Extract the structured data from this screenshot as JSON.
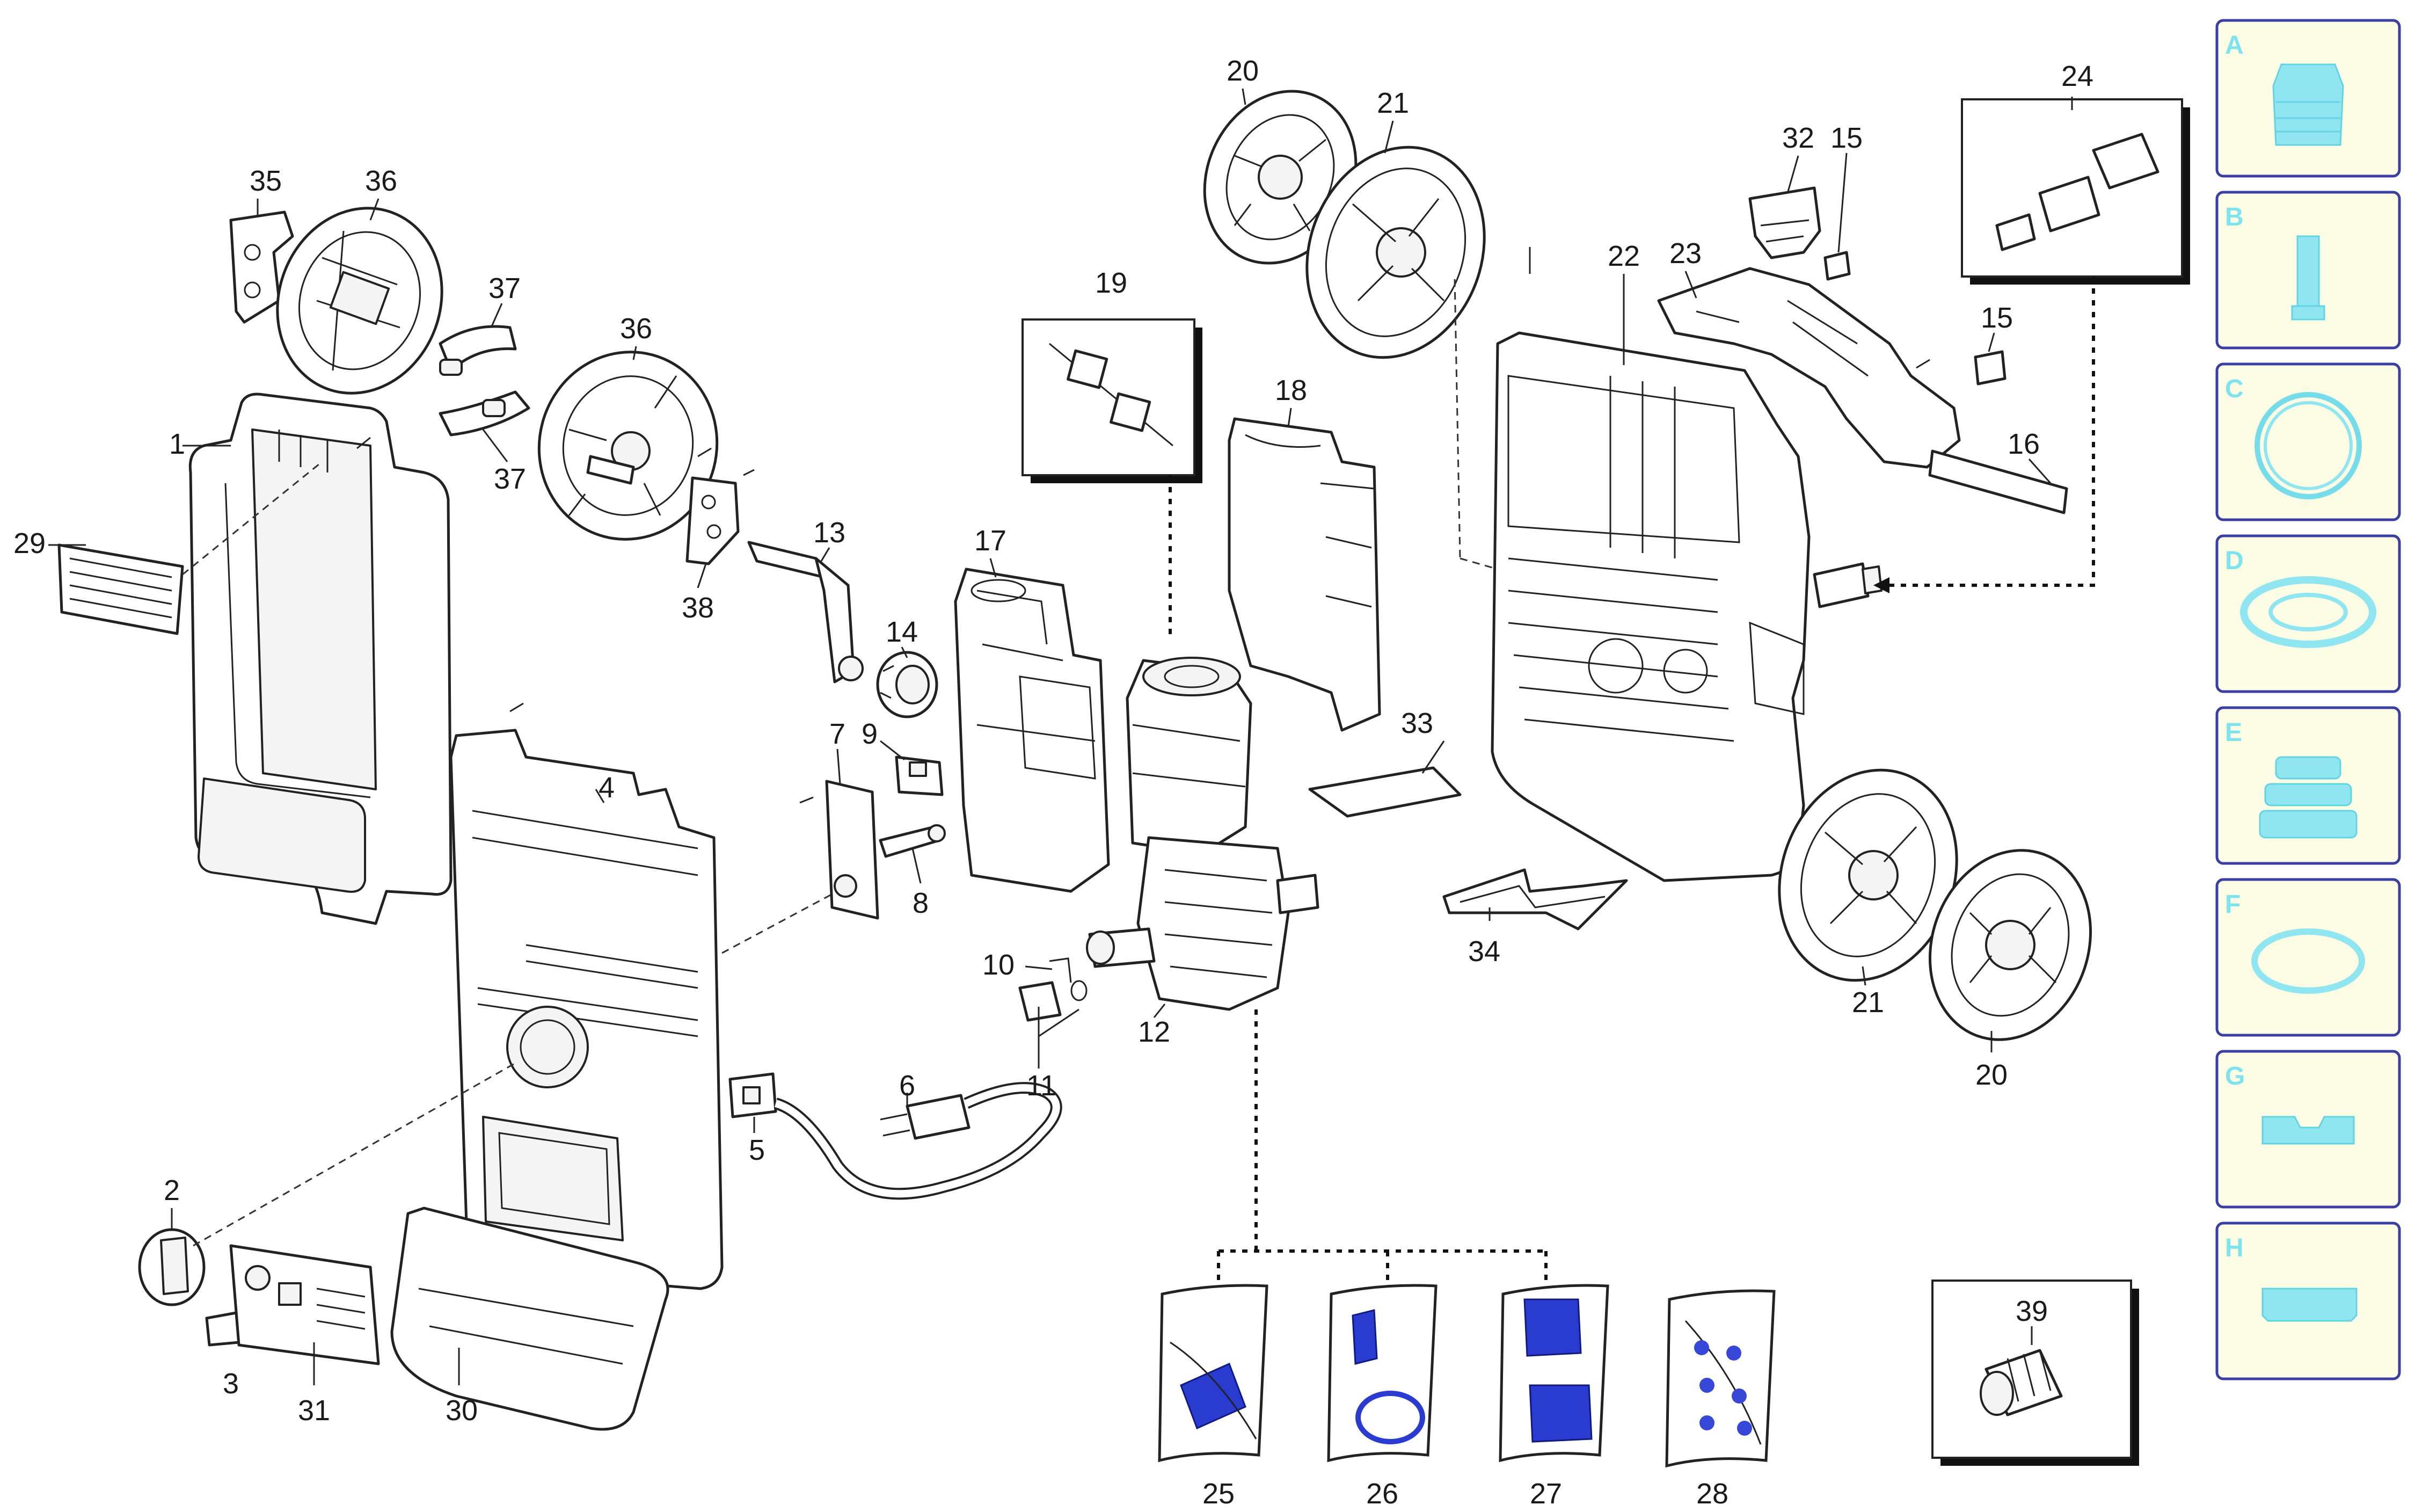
{
  "part_labels": [
    "1",
    "2",
    "3",
    "4",
    "5",
    "6",
    "7",
    "8",
    "9",
    "10",
    "11",
    "12",
    "13",
    "14",
    "15",
    "15",
    "16",
    "17",
    "18",
    "19",
    "20",
    "20",
    "21",
    "21",
    "22",
    "23",
    "24",
    "25",
    "26",
    "27",
    "28",
    "29",
    "30",
    "31",
    "32",
    "33",
    "34",
    "35",
    "36",
    "36",
    "37",
    "37",
    "38",
    "39"
  ],
  "kits": [
    {
      "letter": "A",
      "icon": "pump-head-icon"
    },
    {
      "letter": "B",
      "icon": "piston-icon"
    },
    {
      "letter": "C",
      "icon": "seal-ring-icon"
    },
    {
      "letter": "D",
      "icon": "gasket-icon"
    },
    {
      "letter": "E",
      "icon": "valve-stack-icon"
    },
    {
      "letter": "F",
      "icon": "o-ring-icon"
    },
    {
      "letter": "G",
      "icon": "plate-icon"
    },
    {
      "letter": "H",
      "icon": "block-icon"
    }
  ],
  "colors": {
    "kit_border": "#3b3fa3",
    "kit_bg": "#fdfde6",
    "kit_icon": "#8fe6f0",
    "bag_print": "#2a3bd0"
  }
}
